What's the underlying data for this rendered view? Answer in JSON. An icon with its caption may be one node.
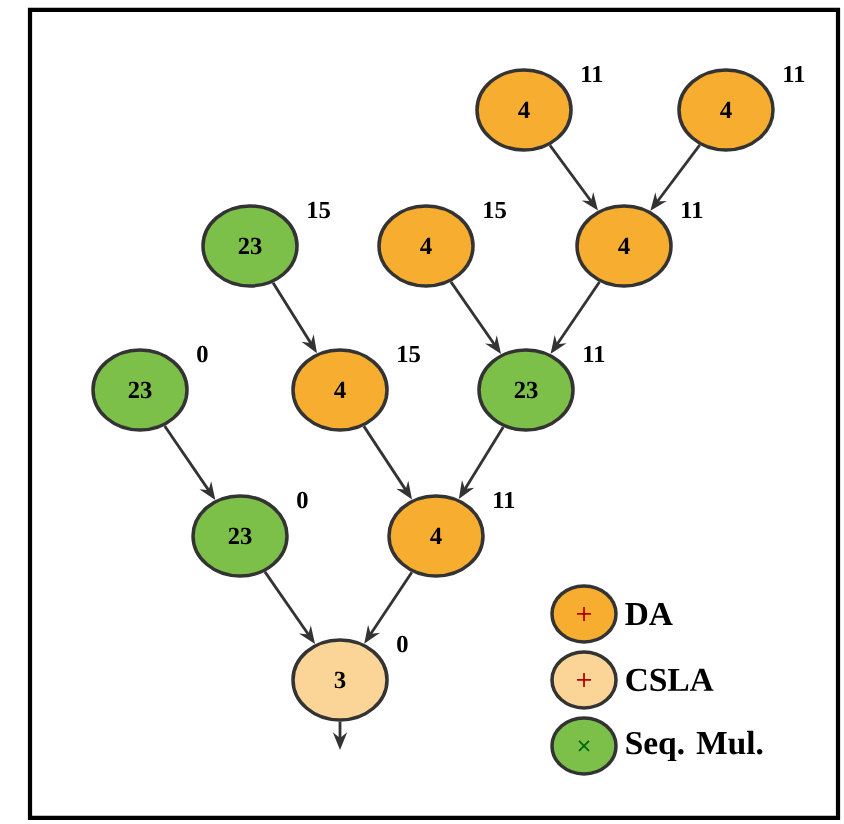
{
  "diagram": {
    "nodes": [
      {
        "text": [
          "4"
        ],
        "beside": [
          "11"
        ]
      },
      {
        "text": [
          "4"
        ],
        "beside": [
          "11"
        ]
      },
      {
        "text": [
          "23"
        ],
        "beside": [
          "15"
        ]
      },
      {
        "text": [
          "4"
        ],
        "beside": [
          "15"
        ]
      },
      {
        "text": [
          "4"
        ],
        "beside": [
          "11"
        ]
      },
      {
        "text": [
          "23"
        ],
        "beside": [
          "0"
        ]
      },
      {
        "text": [
          "4"
        ],
        "beside": [
          "15"
        ]
      },
      {
        "text": [
          "23"
        ],
        "beside": [
          "11"
        ]
      },
      {
        "text": [
          "23"
        ],
        "beside": [
          "0"
        ]
      },
      {
        "text": [
          "4"
        ],
        "beside": [
          "11"
        ]
      },
      {
        "text": [
          "3"
        ],
        "beside": [
          "0"
        ]
      }
    ],
    "edges": [
      {
        "from": 0,
        "to": 4,
        "arrow": "to"
      },
      {
        "from": 1,
        "to": 4,
        "arrow": "to"
      },
      {
        "from": 2,
        "to": 6,
        "arrow": "to"
      },
      {
        "from": 3,
        "to": 7,
        "arrow": "to"
      },
      {
        "from": 4,
        "to": 7,
        "arrow": "to"
      },
      {
        "from": 5,
        "to": 8,
        "arrow": "to"
      },
      {
        "from": 6,
        "to": 9,
        "arrow": "to"
      },
      {
        "from": 7,
        "to": 9,
        "arrow": "to"
      },
      {
        "from": 8,
        "to": 10,
        "arrow": "to"
      },
      {
        "from": 9,
        "to": 10,
        "arrow": "to"
      },
      {
        "from": 10,
        "to": null,
        "arrow": "to"
      }
    ],
    "legend": [
      {
        "text": "DA",
        "color": "#f7ad2f"
      },
      {
        "text": "CSLA",
        "color": "#fbd597"
      },
      {
        "text": "Seq. Mul.",
        "color": "#7cc04a"
      }
    ]
  }
}
